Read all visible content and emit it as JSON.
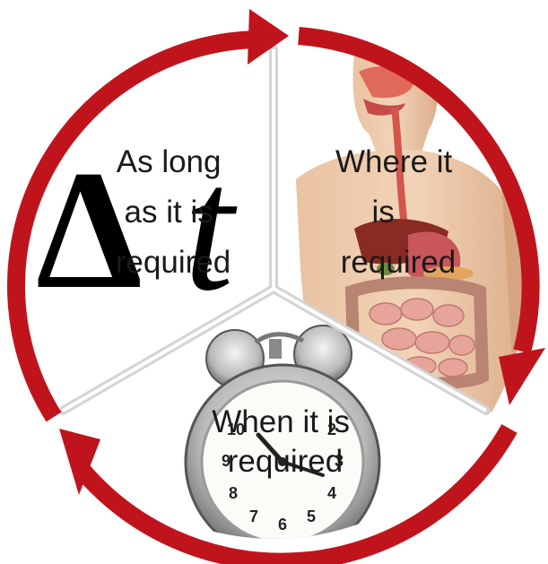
{
  "segments": [
    {
      "id": "duration",
      "lines": [
        "As long",
        "as it is",
        "required"
      ],
      "symbol": "Δt",
      "image": "delta-t-symbol"
    },
    {
      "id": "location",
      "lines": [
        "Where it",
        "is",
        "required"
      ],
      "image": "human-digestive-system"
    },
    {
      "id": "timing",
      "lines": [
        "When it is",
        "required"
      ],
      "image": "alarm-clock"
    }
  ],
  "colors": {
    "arrow": "#c0141c",
    "arrow_dark": "#8e0c12",
    "divider": "#cfcfcf",
    "background": "#ffffff"
  }
}
